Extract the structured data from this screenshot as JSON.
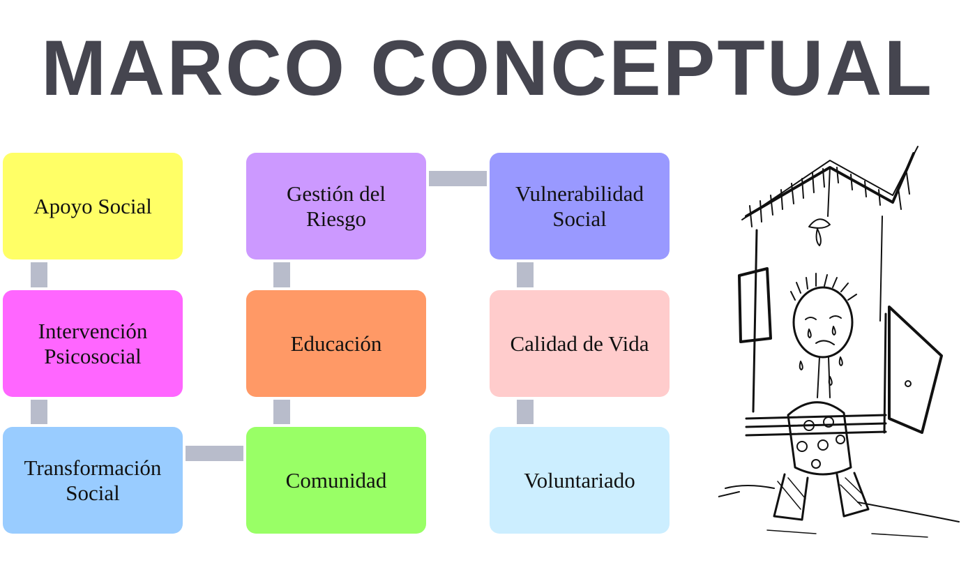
{
  "title": "MARCO CONCEPTUAL",
  "colors": {
    "title": "#45454f",
    "connector": "#b8bccb",
    "apoyo_social": "#ffff66",
    "intervencion_psicosocial": "#ff66ff",
    "transformacion_social": "#99ccff",
    "gestion_riesgo": "#cc99ff",
    "educacion": "#ff9966",
    "comunidad": "#99ff66",
    "vulnerabilidad_social": "#9999ff",
    "calidad_vida": "#ffcccc",
    "voluntariado": "#cceeff"
  },
  "nodes": {
    "apoyo_social": "Apoyo Social",
    "intervencion_psicosocial": "Intervención\nPsicosocial",
    "transformacion_social": "Transformación\nSocial",
    "comunidad": "Comunidad",
    "educacion": "Educación",
    "gestion_riesgo": "Gestión del\nRiesgo",
    "vulnerabilidad_social": "Vulnerabilidad\nSocial",
    "calidad_vida": "Calidad de Vida",
    "voluntariado": "Voluntariado"
  },
  "illustration": {
    "icon": "sad-child-house-sketch-icon"
  }
}
